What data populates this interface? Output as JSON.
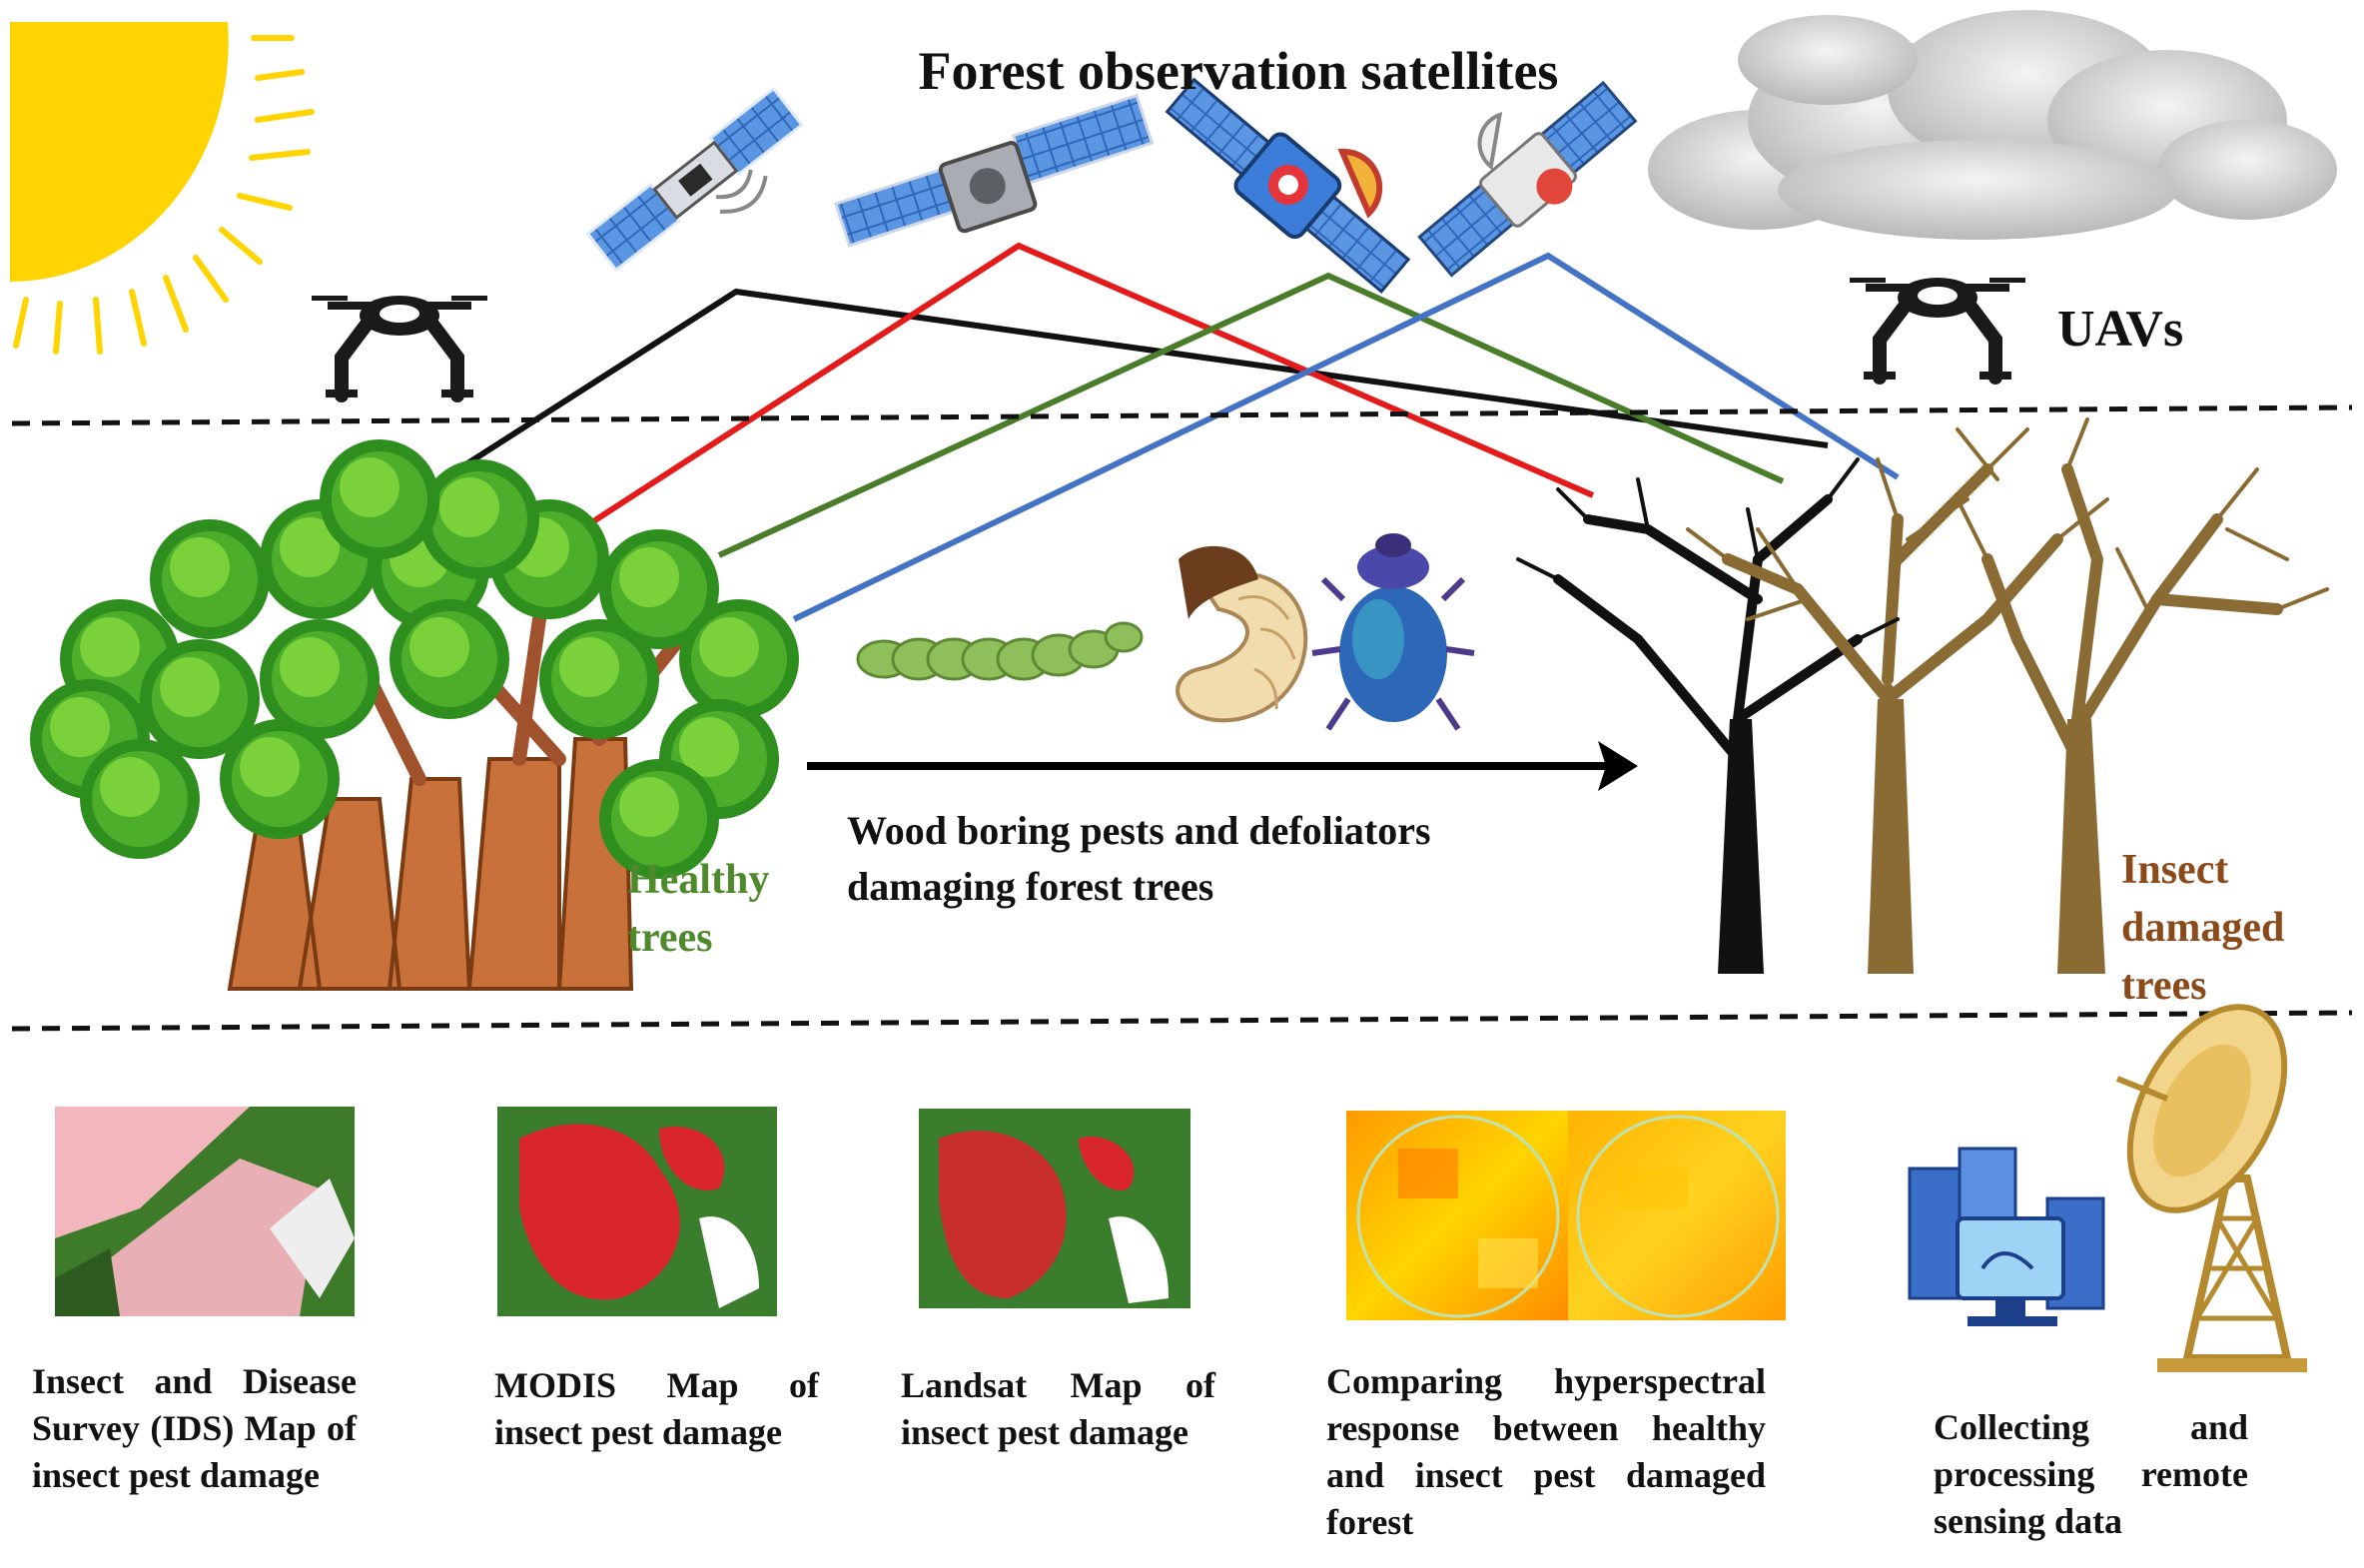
{
  "title": "Forest observation satellites",
  "uav_label": "UAVs",
  "healthy_label": [
    "Healthy",
    "trees"
  ],
  "pest_caption": [
    "Wood boring pests and defoliators",
    "damaging forest trees"
  ],
  "damaged_label": [
    "Insect",
    "damaged",
    "trees"
  ],
  "captions": {
    "ids_map": "Insect and Disease Survey (IDS) Map of insect pest damage",
    "modis_map": "MODIS Map of insect pest damage",
    "landsat_map": "Landsat Map of insect pest damage",
    "hyperspectral": "Comparing hyperspectral response between healthy and insect pest damaged forest",
    "processing": "Collecting and processing remote sensing data"
  },
  "link_colors": [
    "#111111",
    "#e31b1b",
    "#4a7d2a",
    "#4472c4"
  ],
  "icons": [
    "sun-icon",
    "cloud-icon",
    "drone-icon",
    "satellite-icon",
    "caterpillar-icon",
    "grub-icon",
    "beetle-icon",
    "tree-icon",
    "server-icon",
    "radar-dish-icon"
  ]
}
